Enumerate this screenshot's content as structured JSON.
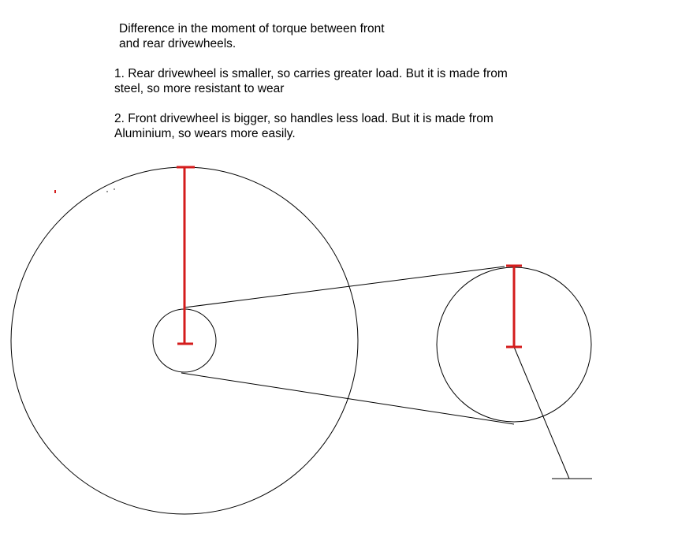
{
  "title_lines": [
    "Difference in the moment of torque between front",
    "and rear drivewheels."
  ],
  "note1_lines": [
    "1. Rear drivewheel is smaller, so carries greater load. But it is made from",
    "steel, so more resistant to wear"
  ],
  "note2_lines": [
    "2. Front drivewheel is bigger, so handles less load. But it is made from",
    "Aluminium, so wears more easily."
  ],
  "colors": {
    "line": "#000000",
    "radius_marker": "#d41c1c"
  }
}
